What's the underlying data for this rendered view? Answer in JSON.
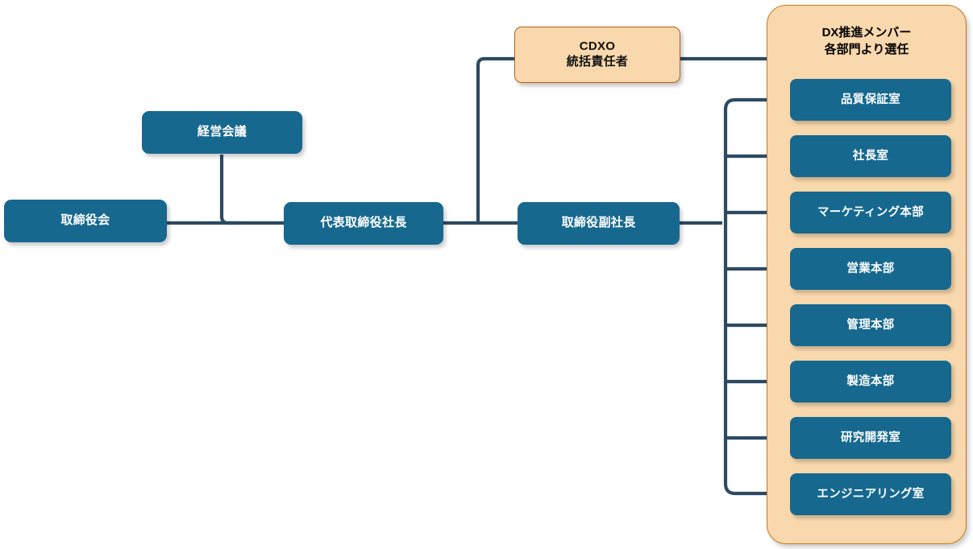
{
  "diagram": {
    "title_text": "",
    "colors": {
      "node_blue": "#16688f",
      "accent_peach": "#f8d8ac",
      "accent_border": "#c8791f",
      "line_navy": "#2c4a63",
      "node_text": "#ffffff",
      "accent_text": "#111111",
      "background": "#ffffff"
    }
  },
  "nodes": {
    "board": {
      "label": "取締役会"
    },
    "mgmt_meeting": {
      "label": "経営会議"
    },
    "president": {
      "label": "代表取締役社長"
    },
    "vice_president": {
      "label": "取締役副社長"
    },
    "cdxo": {
      "label": "CDXO\n統括責任者",
      "line1": "CDXO",
      "line2": "統括責任者"
    }
  },
  "dx_panel": {
    "title": "DX推進メンバー\n各部門より選任",
    "title_line1": "DX推進メンバー",
    "title_line2": "各部門より選任",
    "members": [
      {
        "label": "品質保証室"
      },
      {
        "label": "社長室"
      },
      {
        "label": "マーケティング本部"
      },
      {
        "label": "営業本部"
      },
      {
        "label": "管理本部"
      },
      {
        "label": "製造本部"
      },
      {
        "label": "研究開発室"
      },
      {
        "label": "エンジニアリング室"
      }
    ]
  }
}
